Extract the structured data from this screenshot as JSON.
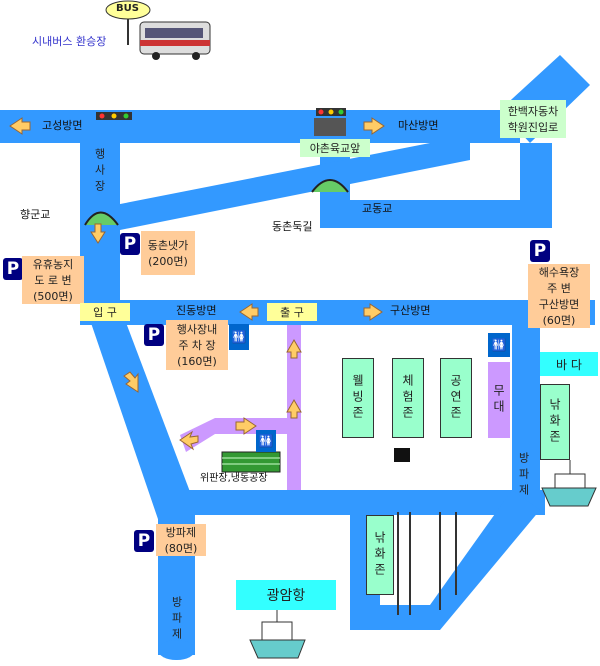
{
  "title": {
    "bus_terminal": "시내버스 환승장",
    "bus_sign": "BUS"
  },
  "roads": {
    "goseong": "고성방면",
    "masan": "마산방면",
    "hangsa": "행사장",
    "hyanggungyo": "향군교",
    "dongchon_dukgil": "동촌둑길",
    "gyodonggyo": "교동교",
    "jindong": "진동방면",
    "gusan": "구산방면",
    "bangpaje_right": "방파제",
    "bangpaje_bottom": "방파제"
  },
  "labels": {
    "yachon_school": "야촌육교앞",
    "hanbaek": "한백자동차\n학원진입로",
    "entrance": "입 구",
    "exit": "출 구",
    "fish_market": "위판장,냉동공장",
    "sea": "바 다",
    "gwangamhang": "광암항"
  },
  "parking": [
    {
      "id": "dongchon",
      "text": "동촌냇가\n(200면)"
    },
    {
      "id": "yuhyu",
      "text": "유휴농지\n도 로 변\n(500면)"
    },
    {
      "id": "event",
      "text": "행사장내\n주 차 장\n(160면)"
    },
    {
      "id": "haesu",
      "text": "해수욕장\n주    변\n구산방면\n(60면)"
    },
    {
      "id": "bangpaje",
      "text": "방파제\n(80면)"
    }
  ],
  "zones": {
    "welcome": "웰빙존",
    "experience": "체험존",
    "performance": "공연존",
    "stage": "무대",
    "fishing_right": "낚화존",
    "fishing_pier": "낚화존"
  },
  "icons": {
    "parking": "P",
    "colors": {
      "road": "#3399ff",
      "walk": "#cc99ff",
      "zone": "#99ffcc"
    }
  }
}
